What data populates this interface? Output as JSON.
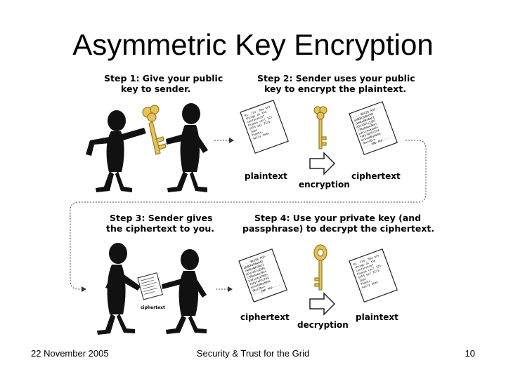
{
  "slide": {
    "title": "Asymmetric Key Encryption",
    "footer": {
      "date": "22 November 2005",
      "center": "Security & Trust for the Grid",
      "page": "10"
    }
  },
  "steps": {
    "step1": [
      "Step 1: Give your public",
      "key to sender."
    ],
    "step2": [
      "Step 2: Sender uses your public",
      "key to encrypt the plaintext."
    ],
    "step3": [
      "Step 3: Sender gives",
      "the ciphertext to you."
    ],
    "step4": [
      "Step 4: Use your private key (and",
      "passphrase) to decrypt the ciphertext."
    ]
  },
  "labels": {
    "plaintext_top": "plaintext",
    "encryption": "encryption",
    "ciphertext_top": "ciphertext",
    "ciphertext_bottom": "ciphertext",
    "decryption": "decryption",
    "plaintext_bottom": "plaintext",
    "ciphertext_small": "ciphertext"
  },
  "documents": {
    "plain_lines": [
      "Hi, Jim. How are",
      "things at the",
      "conference?",
      "",
      "Please call 325-",
      "5555 ext 2121.",
      "Joan",
      "",
      "Thanks,",
      "Sally Joan"
    ],
    "cipher_lines": [
      "-----BEGIN PGP-----",
      "qANQR1DBwU4D",
      "cHmEeAWsBqCI",
      "dGVzdGluZ3Rl",
      "c3RpbmdoZWxs",
      "b3dvcmxkZm9v",
      "YmFyYmF6cXV4",
      "bnVsbHRydWVm",
      "YWxzZQ==",
      "-----END PGP-----"
    ]
  },
  "colors": {
    "key": "#e3c35a",
    "key_outline": "#9a7a1c",
    "figure": "#111111",
    "line": "#444444"
  }
}
